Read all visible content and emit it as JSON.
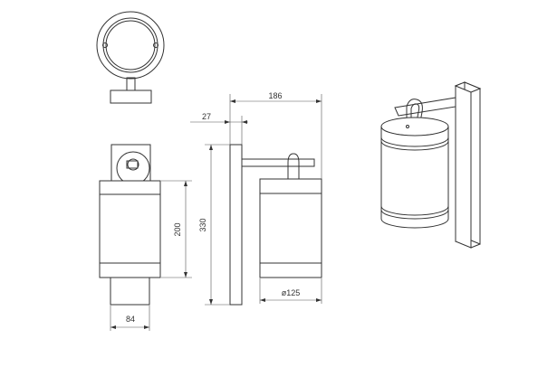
{
  "dimensions": {
    "overall_depth": "186",
    "mount_thickness": "27",
    "overall_height": "330",
    "shade_height": "200",
    "shade_diameter": "ø125",
    "body_width": "84"
  },
  "colors": {
    "line": "#333333",
    "background": "#ffffff"
  }
}
